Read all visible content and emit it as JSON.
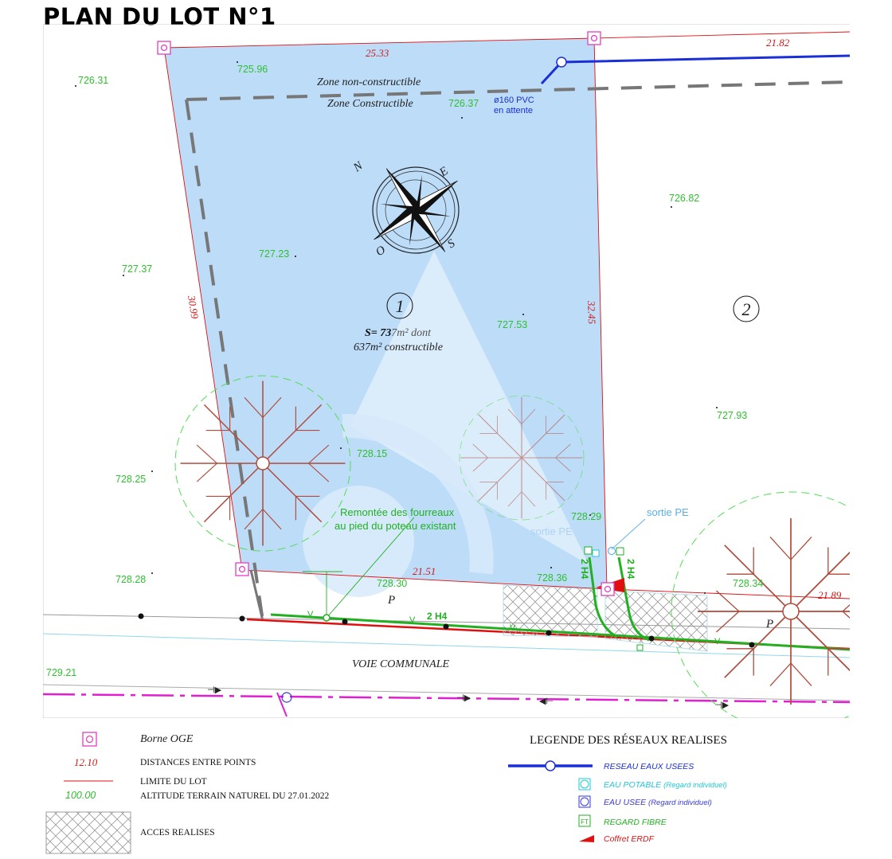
{
  "title": "PLAN DU LOT N°1",
  "colors": {
    "lot_fill": "#bcdcf8",
    "limit_red": "#e01010",
    "altitude_green": "#2fbf2f",
    "sewer_blue": "#1a2fd8",
    "fibre_green": "#22b022",
    "borne_magenta": "#e040c0",
    "light_blue_text": "#5aaee8",
    "water_cyan": "#22c8d8",
    "network_magenta": "#e020d0"
  },
  "plan": {
    "distances": {
      "d_top": "25.33",
      "d_top_right": "21.82",
      "d_left": "30.99",
      "d_right": "32.45",
      "d_bottom": "21.51",
      "d_bottom_right": "21.89"
    },
    "altitudes": [
      "726.31",
      "725.96",
      "726.37",
      "726.82",
      "727.37",
      "727.23",
      "727.53",
      "727.93",
      "728.15",
      "728.25",
      "728.29",
      "728.28",
      "728.30",
      "728.36",
      "728.34",
      "729.21"
    ],
    "zones": {
      "non_constructible": "Zone non-constructible",
      "constructible": "Zone Constructible"
    },
    "pipe_note": {
      "line1": "ø160 PVC",
      "line2": "en attente"
    },
    "lot1": {
      "number": "1",
      "surface_prefix": "S= 73",
      "surface_suffix": "7m² dont",
      "constructible": "637m² constructible"
    },
    "lot2_number": "2",
    "compass": {
      "n": "N",
      "e": "E",
      "s": "S",
      "o": "O"
    },
    "fourreaux_note": {
      "line1": "Remontée des fourreaux",
      "line2": "au pied du poteau existant"
    },
    "sortie_pe": "sortie PE",
    "h4_label": "2 H4",
    "parking": "P",
    "road": "VOIE COMMUNALE",
    "ft": "FT"
  },
  "legend_left": {
    "borne_label": "Borne OGE",
    "distance_sample": "12.10",
    "distance_label": "DISTANCES ENTRE POINTS",
    "limit_label": "LIMITE DU LOT",
    "altitude_sample": "100.00",
    "altitude_label": "ALTITUDE TERRAIN NATUREL DU 27.01.2022",
    "access_label": "ACCES REALISES"
  },
  "legend_networks": {
    "title": "LEGENDE DES RÉSEAUX REALISES",
    "sewer": "RESEAU EAUX USEES",
    "potable_main": "EAU POTABLE",
    "potable_sub": "(Regard individuel)",
    "usee_main": "EAU USEE",
    "usee_sub": "(Regard individuel)",
    "fibre": "REGARD FIBRE",
    "erdf": "Coffret ERDF"
  }
}
